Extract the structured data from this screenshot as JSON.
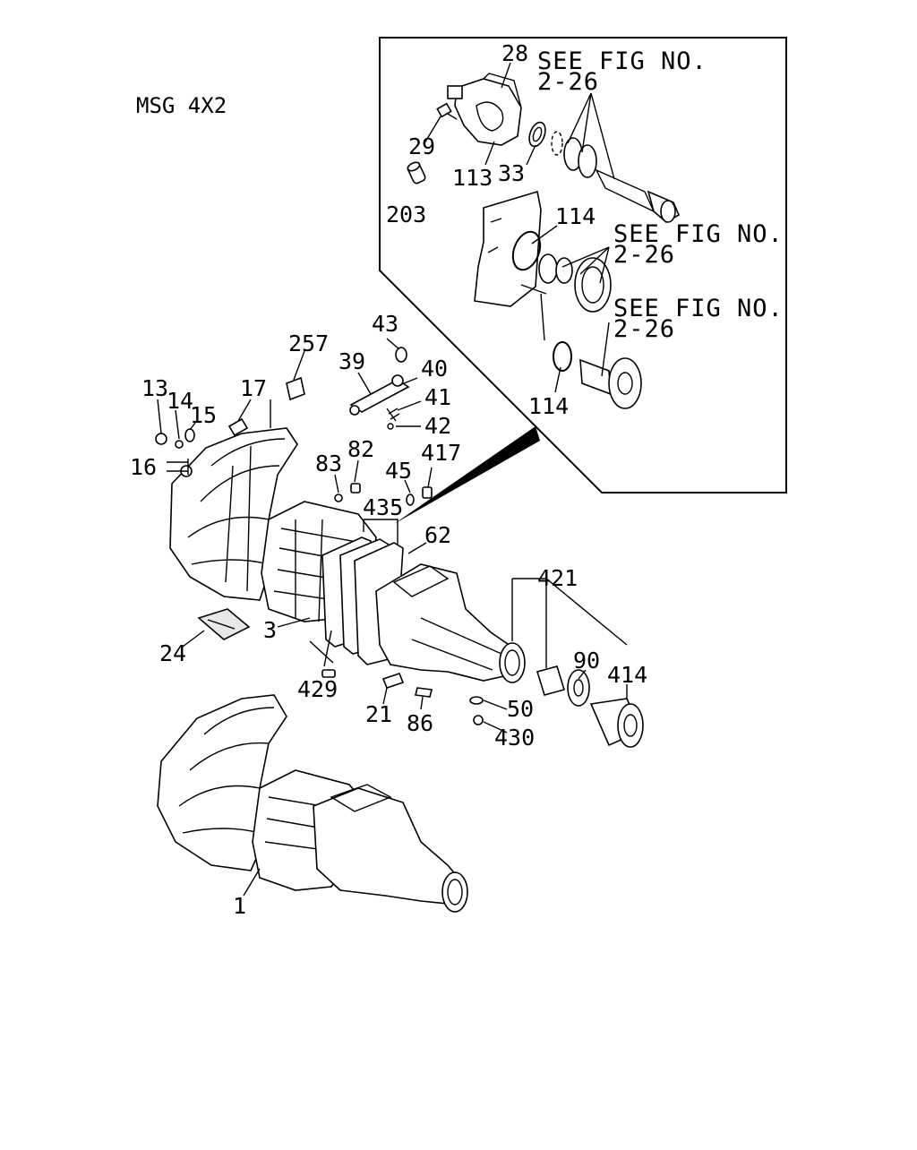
{
  "title": "MSG 4X2",
  "inset_notes": [
    {
      "line1": "SEE FIG NO.",
      "line2": "2-26"
    },
    {
      "line1": "SEE FIG NO.",
      "line2": "2-26"
    },
    {
      "line1": "SEE FIG NO.",
      "line2": "2-26"
    }
  ],
  "callouts": {
    "c28": "28",
    "c29": "29",
    "c113": "113",
    "c33": "33",
    "c203": "203",
    "c114a": "114",
    "c114b": "114",
    "c43": "43",
    "c257": "257",
    "c39": "39",
    "c40": "40",
    "c41": "41",
    "c42": "42",
    "c13": "13",
    "c14": "14",
    "c15": "15",
    "c17": "17",
    "c16": "16",
    "c83": "83",
    "c82": "82",
    "c45": "45",
    "c417": "417",
    "c435": "435",
    "c62": "62",
    "c421": "421",
    "c90": "90",
    "c414": "414",
    "c3": "3",
    "c24": "24",
    "c429": "429",
    "c21": "21",
    "c86": "86",
    "c50": "50",
    "c430": "430",
    "c1": "1"
  }
}
